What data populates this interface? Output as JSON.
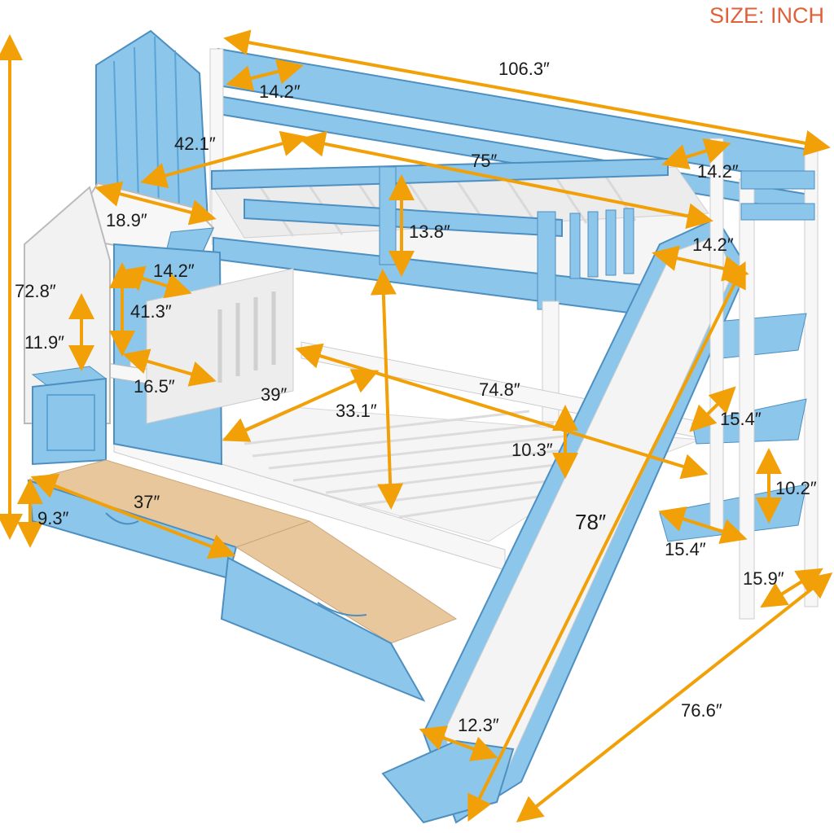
{
  "title": "SIZE: INCH",
  "colors": {
    "title": "#e0603a",
    "arrow": "#f2a007",
    "blue": "#8cc6ea",
    "blue_dark": "#5aa4d8",
    "white": "#f7f7f7",
    "wood": "#e8c79c",
    "outline": "#4d8fc0"
  },
  "dimensions": {
    "overall_length": "106.3″",
    "overall_height": "72.8″",
    "overall_depth": "76.6″",
    "top_rail_left_width": "14.2″",
    "top_bunk_width": "42.1″",
    "top_bunk_length": "75″",
    "top_rail_right_width": "14.2″",
    "roof_width": "18.9″",
    "guard_rail_height": "13.8″",
    "slide_top_width": "14.2″",
    "cabinet_width": "14.2″",
    "cabinet_height": "41.3″",
    "stair_step_height": "11.9″",
    "shelf_width": "16.5″",
    "bottom_bunk_width": "39″",
    "bottom_bunk_length": "74.8″",
    "bunk_clearance": "33.1″",
    "step_depth_upper": "15.4″",
    "bottom_rail_height": "10.3″",
    "step_height_right": "10.2″",
    "slide_length": "78″",
    "step_depth_lower": "15.4″",
    "drawer_height": "9.3″",
    "drawer_length": "37″",
    "ladder_depth": "15.9″",
    "slide_bottom_width": "12.3″"
  }
}
